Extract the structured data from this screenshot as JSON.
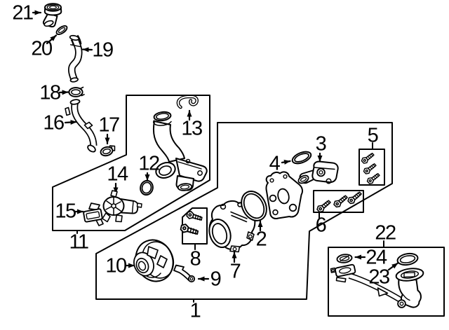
{
  "diagram": {
    "background": "#ffffff",
    "line_color": "#000000",
    "labels": [
      "1",
      "2",
      "3",
      "4",
      "5",
      "6",
      "7",
      "8",
      "9",
      "10",
      "11",
      "12",
      "13",
      "14",
      "15",
      "16",
      "17",
      "18",
      "19",
      "20",
      "21",
      "22",
      "23",
      "24"
    ]
  }
}
